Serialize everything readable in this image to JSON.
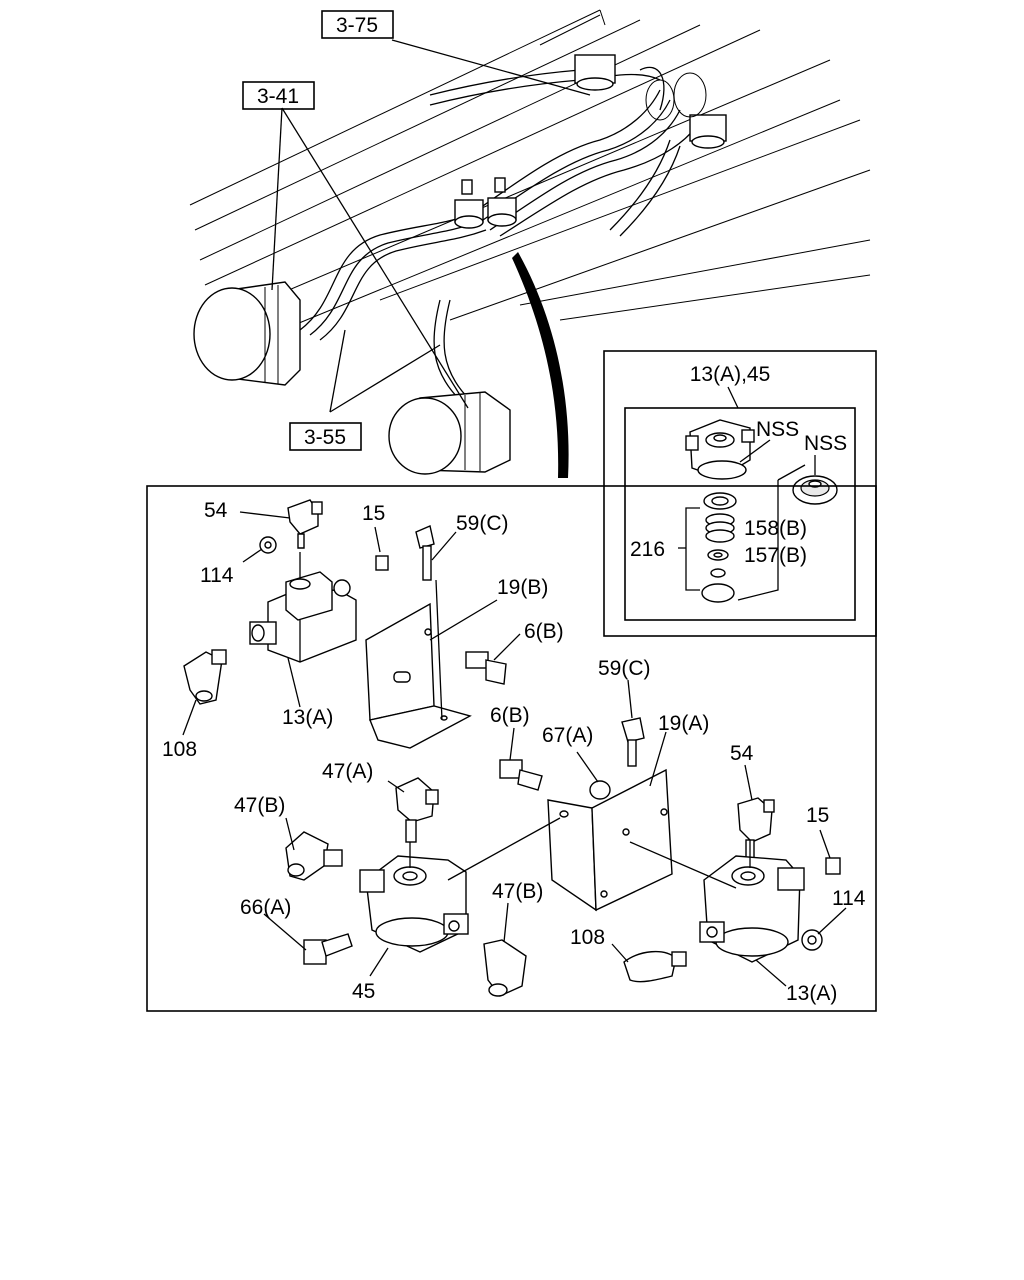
{
  "references": {
    "ref_3_75": "3-75",
    "ref_3_41": "3-41",
    "ref_3_55": "3-55"
  },
  "inset": {
    "assembly_label": "13(A),45",
    "nss_1": "NSS",
    "nss_2": "NSS",
    "kit_216": "216",
    "part_158b": "158(B)",
    "part_157b": "157(B)"
  },
  "labels": {
    "p54_left": "54",
    "p114_left": "114",
    "p15_left": "15",
    "p59c_left": "59(C)",
    "p19b": "19(B)",
    "p6b_right": "6(B)",
    "p13a_left": "13(A)",
    "p108_left": "108",
    "p59c_right": "59(C)",
    "p6b_mid": "6(B)",
    "p67a": "67(A)",
    "p19a": "19(A)",
    "p54_right": "54",
    "p47a": "47(A)",
    "p47b_left": "47(B)",
    "p15_right": "15",
    "p66a": "66(A)",
    "p47b_mid": "47(B)",
    "p114_right": "114",
    "p108_right": "108",
    "p45": "45",
    "p13a_right": "13(A)"
  },
  "colors": {
    "line": "#000000",
    "background": "#ffffff"
  }
}
